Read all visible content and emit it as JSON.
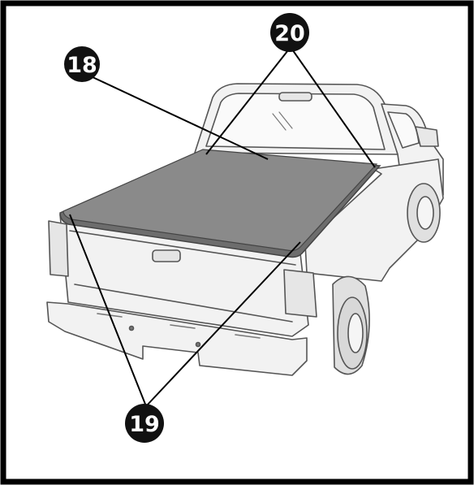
{
  "figure": {
    "callouts": [
      {
        "label": "18",
        "part": "tonneau-cover-leading-edge"
      },
      {
        "label": "19",
        "part": "tonneau-cover-rear-corners"
      },
      {
        "label": "20",
        "part": "tonneau-cover-front-corners"
      }
    ],
    "colors": {
      "frame": "#000000",
      "cover": "#8a8a8a",
      "cover_shadow": "#6d6d6d",
      "truck_fill": "#f2f2f2",
      "truck_line": "#555555",
      "callout_fill": "#111111",
      "callout_text": "#ffffff"
    }
  }
}
